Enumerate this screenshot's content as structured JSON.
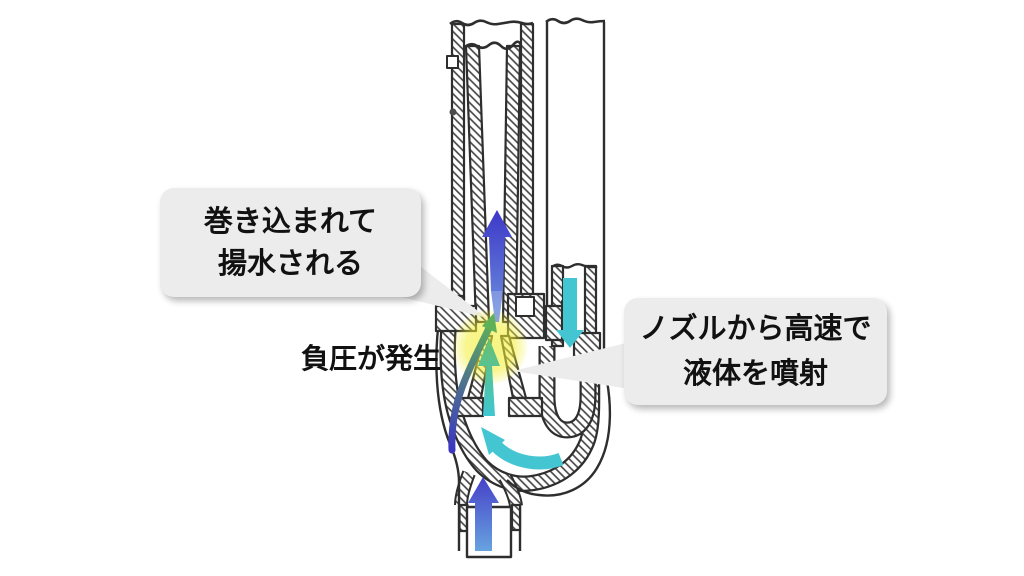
{
  "annotations": {
    "left_bubble": {
      "line1": "巻き込まれて",
      "line2": "揚水される"
    },
    "right_bubble": {
      "line1": "ノズルから高速で",
      "line2": "液体を噴射"
    },
    "pressure_label": "負圧が発生"
  },
  "diagram": {
    "type": "jet-pump-cross-section",
    "highlight": {
      "name": "negative-pressure-zone",
      "shape": "translucent-yellow-circle"
    },
    "arrows": [
      {
        "name": "upward-discharge-arrow",
        "direction": "up",
        "color_ref": "arrow-blue-top"
      },
      {
        "name": "downward-drive-arrow",
        "direction": "down",
        "color_ref": "cyan"
      },
      {
        "name": "volute-curve-arrow",
        "direction": "curving up-left",
        "color_ref": "cyan"
      },
      {
        "name": "nozzle-jet-arrow",
        "direction": "up",
        "color_ref": "jet-top"
      },
      {
        "name": "entrainment-arrow",
        "direction": "curving up",
        "color_ref": "entrain-green"
      },
      {
        "name": "inlet-suction-arrow",
        "direction": "up",
        "color_ref": "inlet-blue-top"
      }
    ]
  },
  "colors": {
    "arrow-blue-top": "#3d38c8",
    "arrow-blue-bottom": "#6f93de",
    "inlet-blue-top": "#4640c8",
    "inlet-blue-bottom": "#67a3e0",
    "cyan": "#44c5d2",
    "jet-bottom": "#3fc7d2",
    "jet-top": "#68bf6e",
    "entrain-blue": "#3c35c2",
    "entrain-green": "#5fb158",
    "highlight-yellow": "#f2ee2f",
    "bubble-bg": "#ececec",
    "text": "#111111",
    "line": "#2e2e2e"
  }
}
